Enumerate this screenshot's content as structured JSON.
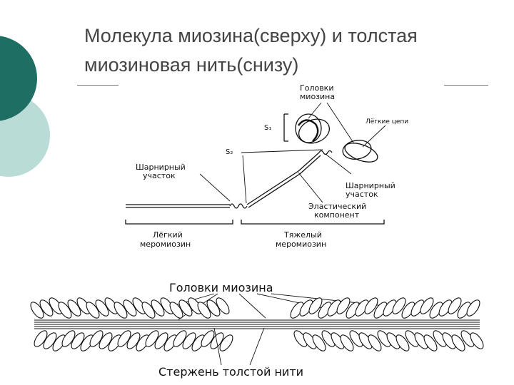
{
  "slide": {
    "title_line1": "Молекула миозина(сверху) и толстая",
    "title_line2": "миозиновая нить(снизу)"
  },
  "upper_diagram": {
    "heads_label_1": "Головки",
    "heads_label_2": "миозина",
    "light_chains": "Лёгкие цепи",
    "s1": "S₁",
    "s2": "S₂",
    "hinge_left_1": "Шарнирный",
    "hinge_left_2": "участок",
    "hinge_right_1": "Шарнирный",
    "hinge_right_2": "участок",
    "elastic_1": "Эластический",
    "elastic_2": "компонент",
    "lmm_1": "Лёгкий",
    "lmm_2": "меромиозин",
    "hmm_1": "Тяжелый",
    "hmm_2": "меромиозин"
  },
  "lower_diagram": {
    "heads_label": "Головки миозина",
    "rod_label": "Стержень толстой нити"
  },
  "colors": {
    "accent_dark": "#1f6e63",
    "accent_light": "#b9ddd6",
    "ink": "#111111"
  }
}
